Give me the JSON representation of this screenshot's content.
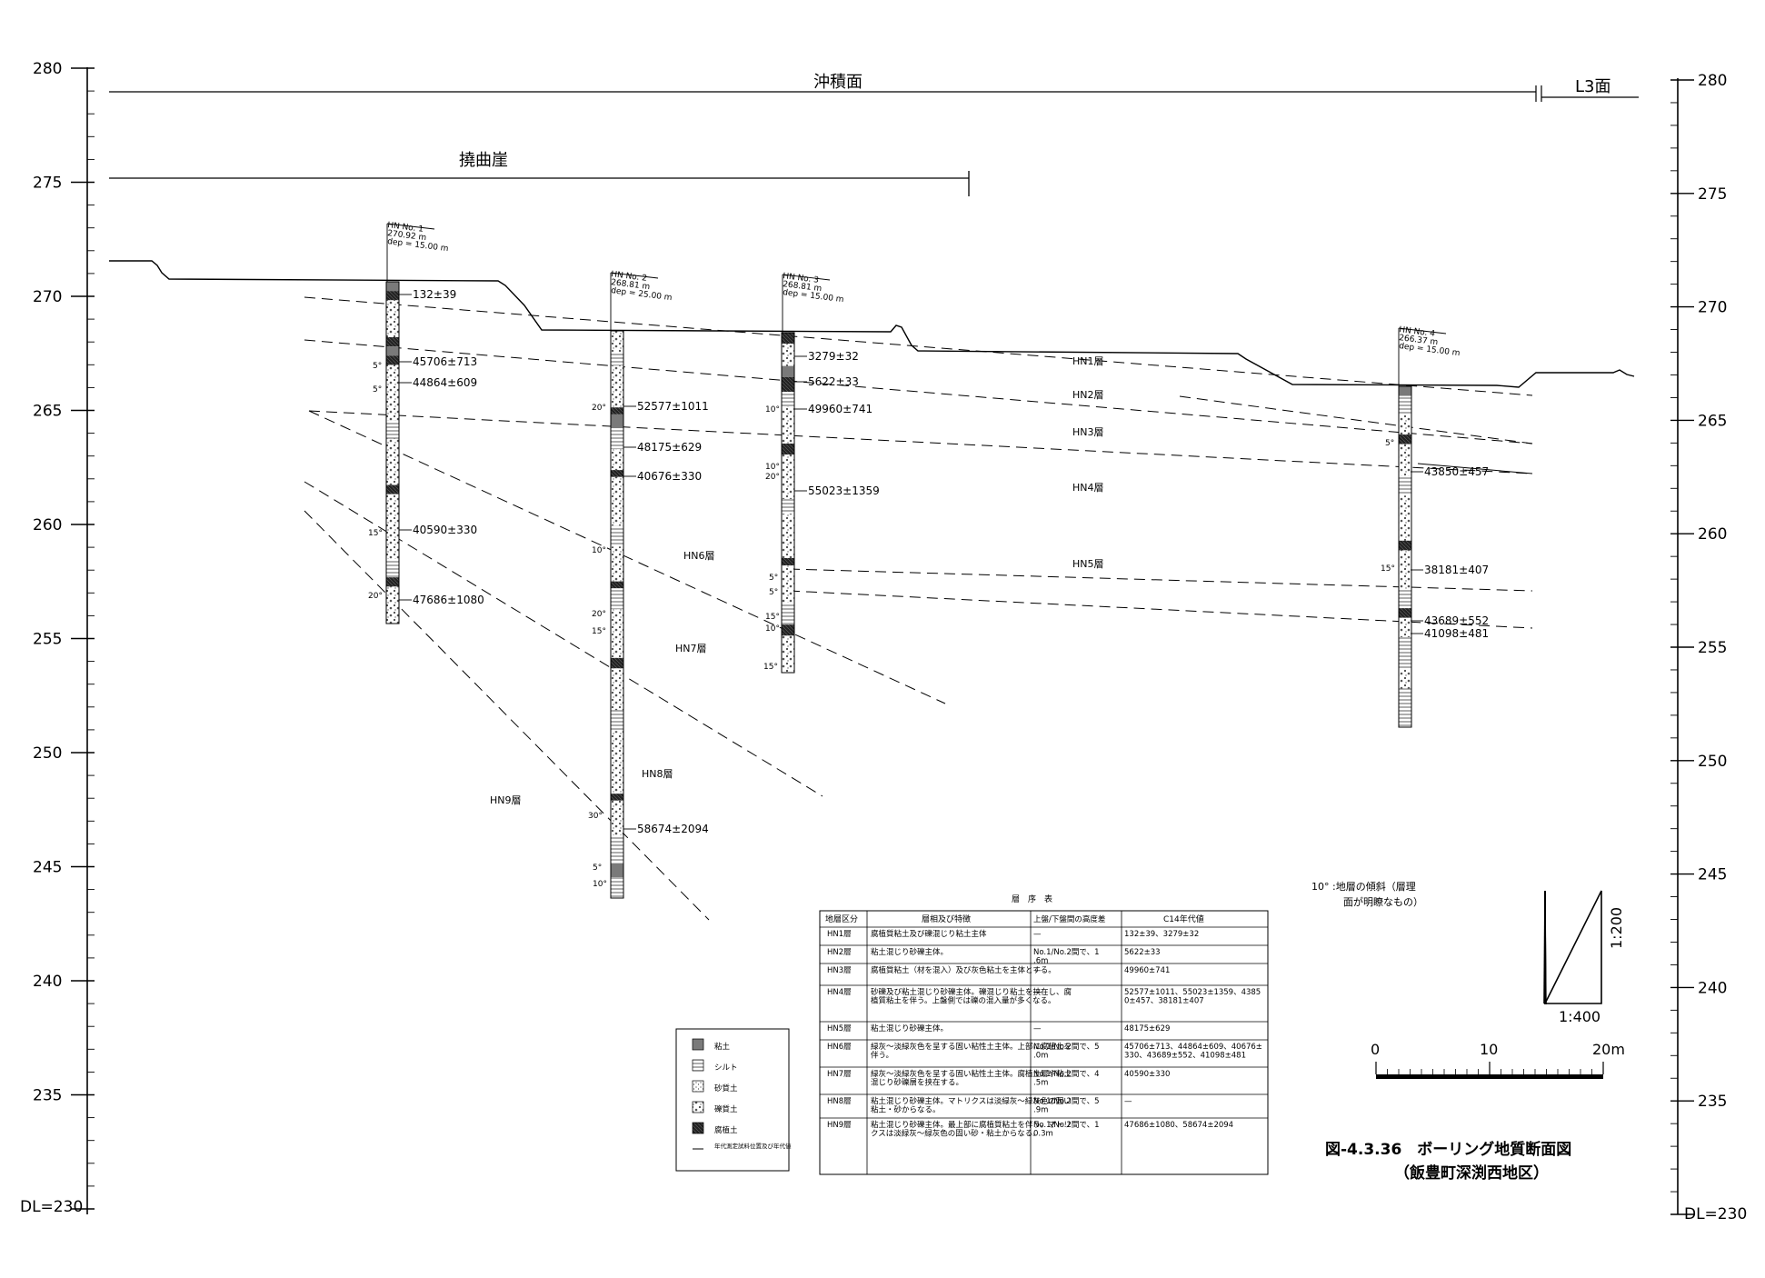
{
  "axis": {
    "ticks": [
      "280",
      "275",
      "270",
      "265",
      "260",
      "255",
      "250",
      "245",
      "240",
      "235"
    ],
    "datum_left": "DL=230",
    "datum_right": "DL=230"
  },
  "surfaces": {
    "alluvial": "沖積面",
    "l3": "L3面",
    "flexure": "撓曲崖"
  },
  "boreholes": [
    {
      "name": "HN No. 1",
      "elev": "270.92 m",
      "depth": "dep = 15.00 m",
      "ages": [
        "132±39",
        "45706±713",
        "44864±609",
        "40590±330",
        "47686±1080"
      ],
      "dips": [
        "5°",
        "5°",
        "15°",
        "20°"
      ]
    },
    {
      "name": "HN No. 2",
      "elev": "268.81 m",
      "depth": "dep = 25.00 m",
      "ages": [
        "52577±1011",
        "48175±629",
        "40676±330",
        "58674±2094"
      ],
      "dips": [
        "20°",
        "10°",
        "20°",
        "15°",
        "30°",
        "5°",
        "10°"
      ]
    },
    {
      "name": "HN No. 3",
      "elev": "268.81 m",
      "depth": "dep = 15.00 m",
      "ages": [
        "3279±32",
        "5622±33",
        "49960±741",
        "55023±1359"
      ],
      "dips": [
        "10°",
        "10°",
        "20°",
        "5°",
        "5°",
        "15°",
        "10°",
        "15°"
      ]
    },
    {
      "name": "HN No. 4",
      "elev": "266.37 m",
      "depth": "dep = 15.00 m",
      "ages": [
        "43850±457",
        "38181±407",
        "43689±552",
        "41098±481"
      ],
      "dips": [
        "5°",
        "15°"
      ]
    }
  ],
  "layers": [
    "HN1層",
    "HN2層",
    "HN3層",
    "HN4層",
    "HN5層",
    "HN6層",
    "HN7層",
    "HN8層",
    "HN9層"
  ],
  "legend": {
    "items": [
      "粘土",
      "シルト",
      "砂質土",
      "礫質土",
      "腐植土"
    ],
    "sample_note": "年代測定試料位置及び年代値"
  },
  "dip_note": {
    "line1": "10° :地層の傾斜（層理",
    "line2": "面が明瞭なもの）"
  },
  "slope": {
    "vertical": "1:200",
    "horizontal": "1:400"
  },
  "scalebar": {
    "labels": [
      "0",
      "10",
      "20m"
    ]
  },
  "caption": {
    "line1": "図-4.3.36　ボーリング地質断面図",
    "line2": "（飯豊町深渕西地区）"
  },
  "table": {
    "title": "層　序　表",
    "headers": [
      "地層区分",
      "層相及び特徴",
      "上盤/下盤間の高度差",
      "C14年代値"
    ],
    "rows": [
      [
        "HN1層",
        "腐植質粘土及び礫混じり粘土主体",
        "—",
        "132±39、3279±32"
      ],
      [
        "HN2層",
        "粘土混じり砂礫主体。",
        "No.1/No.2間で、1.6m",
        "5622±33"
      ],
      [
        "HN3層",
        "腐植質粘土（材を混入）及び灰色粘土を主体とする。",
        "—",
        "49960±741"
      ],
      [
        "HN4層",
        "砂礫及び粘土混じり砂礫主体。礫混じり粘土を挟在し、腐植質粘土を伴う。上盤側では礫の混入量が多くなる。",
        "—",
        "52577±1011、55023±1359、43850±457、38181±407"
      ],
      [
        "HN5層",
        "粘土混じり砂礫主体。",
        "—",
        "48175±629"
      ],
      [
        "HN6層",
        "緑灰～淡緑灰色を呈する固い粘性土主体。上部に腐植土を伴う。",
        "No.1/No.2間で、5.0m",
        "45706±713、44864±609、40676±330、43689±552、41098±481"
      ],
      [
        "HN7層",
        "緑灰～淡緑灰色を呈する固い粘性土主体。腐植土層や粘土混じり砂礫層を挟在する。",
        "No.1/No.2間で、4.5m",
        "40590±330"
      ],
      [
        "HN8層",
        "粘土混じり砂礫主体。マトリクスは淡緑灰～緑灰色の固い粘土・砂からなる。",
        "No.1/No.2間で、5.9m",
        "—"
      ],
      [
        "HN9層",
        "粘土混じり砂礫主体。最上部に腐植質粘土を伴う。マトリクスは淡緑灰～緑灰色の固い砂・粘土からなる。",
        "No.1/No.2間で、10.3m",
        "47686±1080、58674±2094"
      ]
    ]
  }
}
